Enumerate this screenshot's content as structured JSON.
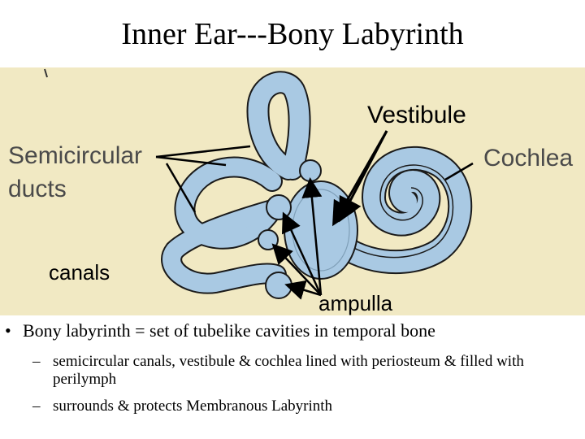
{
  "title": "Inner Ear---Bony Labyrinth",
  "labels": {
    "vestibule": "Vestibule",
    "semicircular_ducts_line1": "Semicircular",
    "semicircular_ducts_line2": "ducts",
    "cochlea": "Cochlea",
    "canals": "canals",
    "ampulla": "ampulla"
  },
  "bullets": {
    "main": "Bony labyrinth = set of tubelike cavities in temporal bone",
    "sub": [
      "semicircular canals, vestibule & cochlea lined with periosteum & filled with perilymph",
      "surrounds & protects Membranous Labyrinth"
    ],
    "bullet_symbol": "•",
    "dash_symbol": "–"
  },
  "colors": {
    "figure_background": "#f1e9c3",
    "labyrinth_fill": "#a9c9e3",
    "outline": "#1a1a1a"
  }
}
